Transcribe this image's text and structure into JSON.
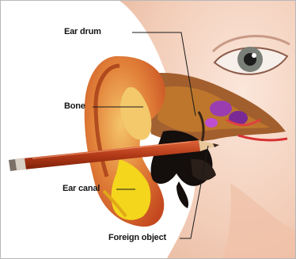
{
  "labels": {
    "ear_drum": "Ear drum",
    "bone": "Bone",
    "ear_canal": "Ear canal",
    "foreign_object": "Foreign object"
  },
  "colors": {
    "skin": "#f4d2bf",
    "ear_outer": "#d9622c",
    "ear_inner": "#f2c04a",
    "canal_yellow": "#f4d61c",
    "cavity_dark": "#140e0c",
    "bone_purple": "#9a3db0",
    "pencil_body": "#b33a18",
    "leader_line": "#1a1a1a"
  },
  "icons": {
    "eye": "eye-icon",
    "pencil": "pencil-icon"
  }
}
